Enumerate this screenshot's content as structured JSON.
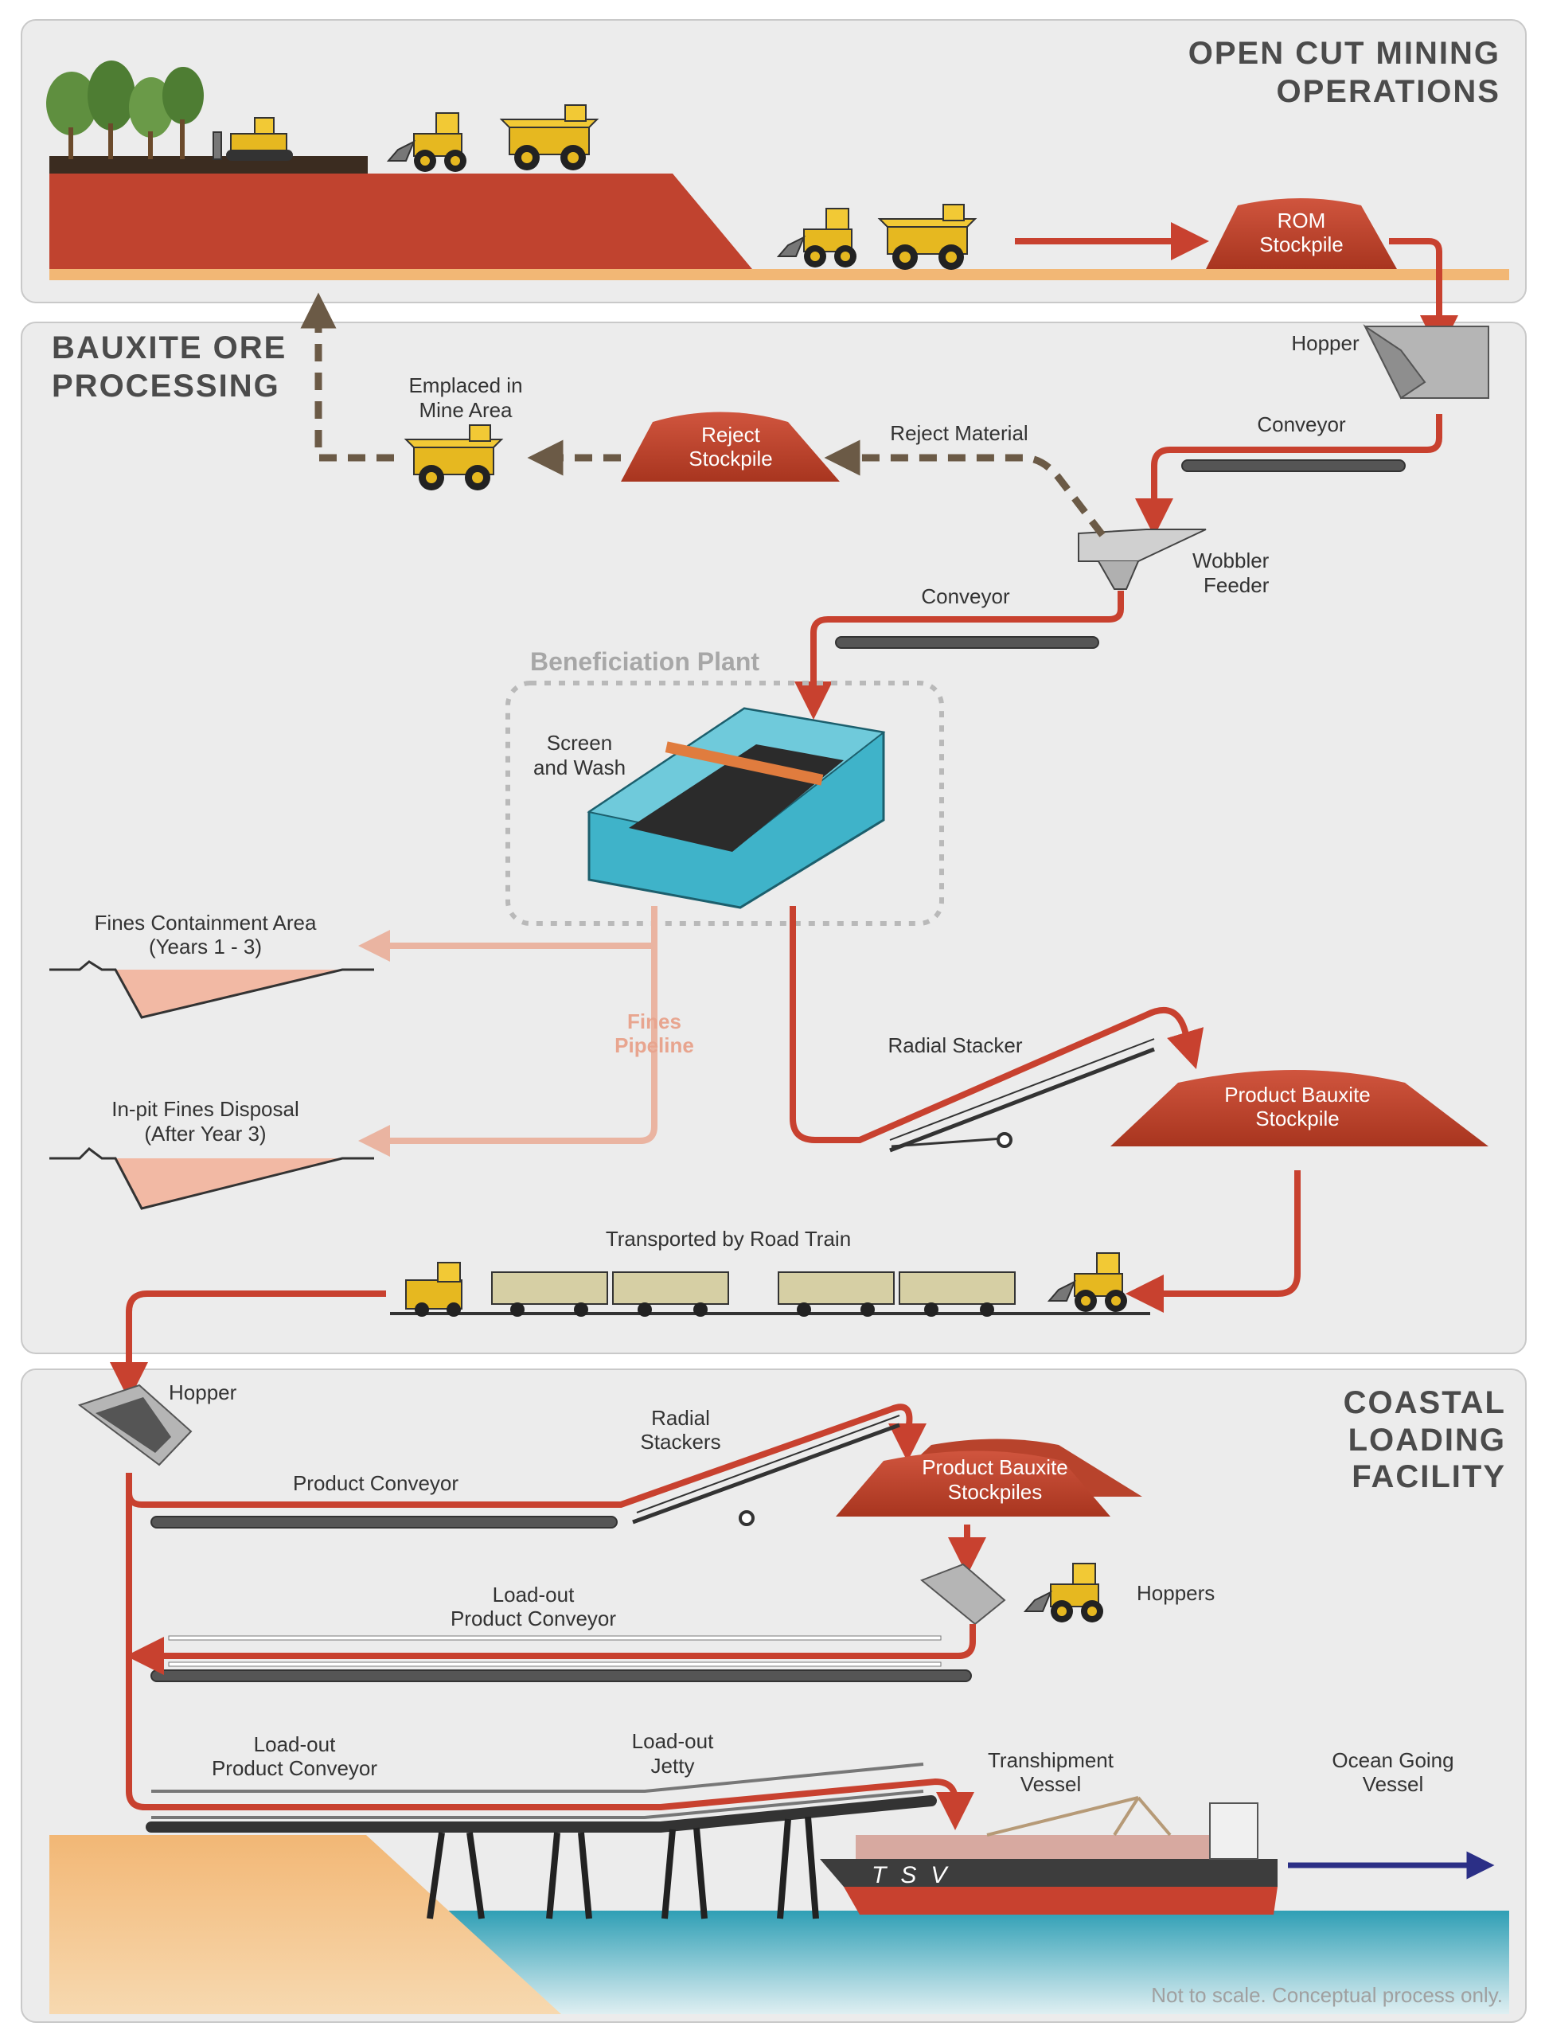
{
  "sections": {
    "mining": [
      "OPEN CUT MINING",
      "OPERATIONS"
    ],
    "processing": [
      "BAUXITE ORE",
      "PROCESSING"
    ],
    "coastal": [
      "COASTAL",
      "LOADING",
      "FACILITY"
    ]
  },
  "labels": {
    "rom_stockpile": [
      "ROM",
      "Stockpile"
    ],
    "hopper_top": "Hopper",
    "conveyor_1": "Conveyor",
    "reject_material": "Reject Material",
    "reject_stockpile": [
      "Reject",
      "Stockpile"
    ],
    "emplaced": [
      "Emplaced in",
      "Mine Area"
    ],
    "wobbler_feeder": [
      "Wobbler",
      "Feeder"
    ],
    "conveyor_2": "Conveyor",
    "beneficiation_plant": "Beneficiation Plant",
    "screen_wash": [
      "Screen",
      "and Wash"
    ],
    "fines_containment": [
      "Fines Containment Area",
      "(Years 1 - 3)"
    ],
    "fines_pipeline": [
      "Fines",
      "Pipeline"
    ],
    "inpit_fines": [
      "In-pit Fines Disposal",
      "(After Year 3)"
    ],
    "radial_stacker": "Radial Stacker",
    "product_bauxite_stockpile": [
      "Product Bauxite",
      "Stockpile"
    ],
    "road_train": "Transported by Road Train",
    "hopper_coastal": "Hopper",
    "product_conveyor": "Product Conveyor",
    "radial_stackers": [
      "Radial",
      "Stackers"
    ],
    "product_bauxite_stockpiles": [
      "Product Bauxite",
      "Stockpiles"
    ],
    "hoppers": "Hoppers",
    "loadout_conveyor_upper": [
      "Load-out",
      "Product Conveyor"
    ],
    "loadout_conveyor_lower": [
      "Load-out",
      "Product Conveyor"
    ],
    "loadout_jetty": [
      "Load-out",
      "Jetty"
    ],
    "transhipment_vessel": [
      "Transhipment",
      "Vessel"
    ],
    "ocean_going_vessel": [
      "Ocean Going",
      "Vessel"
    ],
    "ship_name": "TSV",
    "note": "Not to scale. Conceptual process only."
  },
  "colors": {
    "panel_bg": "#ececec",
    "panel_border": "#c9c9c9",
    "flow_red": "#c8412f",
    "reject_brown": "#6b5a46",
    "fines_pink": "#eab4a1",
    "ground_red": "#c0432f",
    "water": "#3aa6b9",
    "ocean_arrow": "#2b2f86"
  }
}
